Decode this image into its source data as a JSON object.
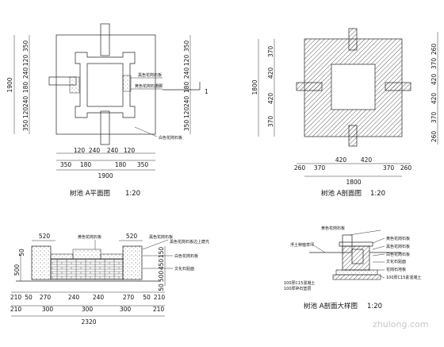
{
  "plan_a": {
    "title": "树池  A平面图",
    "scale": "1:20",
    "left_dims": [
      "350",
      "120",
      "240",
      "180",
      "240",
      "120",
      "350"
    ],
    "left_total": "1900",
    "right_dims": [
      "350",
      "120",
      "240",
      "180",
      "240",
      "120",
      "350"
    ],
    "bottom_dims_top": [
      "120",
      "240",
      "240",
      "120"
    ],
    "bottom_dims_bottom": [
      "350",
      "180",
      "180",
      "350"
    ],
    "bottom_total": "1900",
    "labels": [
      "黑色花岗石板",
      "黄色花岗石栅脚",
      "白色花岗石板"
    ],
    "section_mark": "1"
  },
  "section_a": {
    "title": "树池  A剖面图",
    "scale": "1:20",
    "left_dims": [
      "370",
      "420",
      "420",
      "370"
    ],
    "left_total": "1800",
    "right_dims": [
      "370",
      "420",
      "420",
      "370",
      "260"
    ],
    "right_top": "260",
    "bottom_dims": [
      "260",
      "370",
      "420",
      "420",
      "370",
      "260"
    ],
    "bottom_total": "1800"
  },
  "elevation_a": {
    "top_dims": [
      "520",
      "520"
    ],
    "left_dims": [
      "50",
      "500"
    ],
    "right_dims": [
      "150",
      "450",
      "500",
      "50"
    ],
    "bottom_dims_top": [
      "210",
      "50",
      "270",
      "240",
      "240",
      "270",
      "50",
      "210"
    ],
    "bottom_dims_bottom": [
      "210",
      "300",
      "300",
      "300",
      "210"
    ],
    "bottom_total": "2320",
    "labels": [
      "黄色花岗石板",
      "黑色花岗石板",
      "黑色花岗石板边上磨光",
      "白色花岗石板",
      "文化石贴面"
    ]
  },
  "detail_a": {
    "title": "树池  A剖面大样图",
    "scale": "1:20",
    "labels": [
      "黄色花岗石板",
      "浮土种植草坪",
      "黄色花岗石板",
      "黑色花岗石板",
      "白色花岗石板",
      "文化石贴面",
      "花岗石地板",
      "100厚C15素混凝土",
      "100厚C15混凝土",
      "100厚碎石垫层"
    ]
  },
  "watermark": "zhulong.com"
}
